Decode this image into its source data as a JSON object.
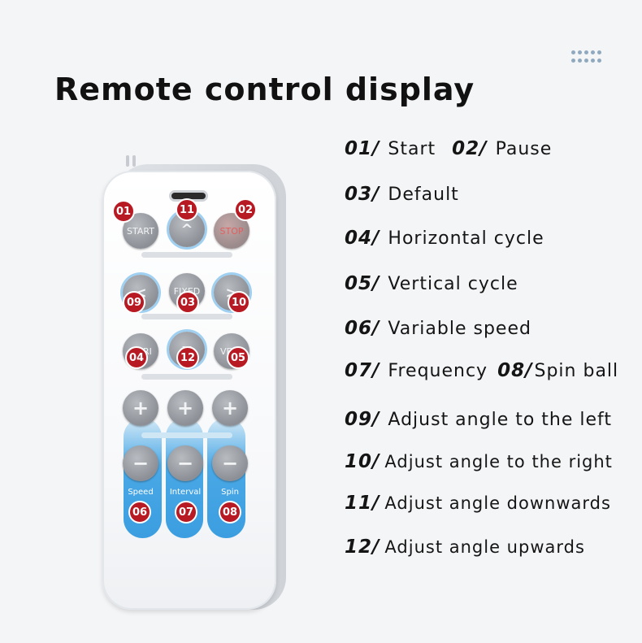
{
  "title": "Remote control display",
  "legend": [
    {
      "num": "01/",
      "text": "Start",
      "num2": "02/",
      "text2": "Pause"
    },
    {
      "num": "03/",
      "text": "Default"
    },
    {
      "num": "04/",
      "text": "Horizontal cycle"
    },
    {
      "num": "05/",
      "text": "Vertical cycle"
    },
    {
      "num": "06/",
      "text": "Variable speed"
    },
    {
      "num": "07/",
      "text": "Frequency",
      "num2": "08/",
      "text2": "Spin ball"
    },
    {
      "num": "09/",
      "text": "Adjust angle to the left"
    },
    {
      "num": "10/",
      "text": "Adjust angle to the right"
    },
    {
      "num": "11/",
      "text": "Adjust angle downwards"
    },
    {
      "num": "12/",
      "text": "Adjust angle upwards"
    }
  ],
  "remote": {
    "buttons": {
      "start": "START",
      "stop": "STOP",
      "fixed": "FIXED",
      "hori": "HORI",
      "vert": "VERT",
      "up": "^",
      "down": "v",
      "left": "<",
      "right": ">",
      "plus": "+",
      "minus": "−"
    },
    "labels": {
      "speed": "Speed",
      "interval": "Interval",
      "spin": "Spin"
    },
    "badges": {
      "b01": "01",
      "b02": "02",
      "b03": "03",
      "b04": "04",
      "b05": "05",
      "b06": "06",
      "b07": "07",
      "b08": "08",
      "b09": "09",
      "b10": "10",
      "b11": "11",
      "b12": "12"
    }
  },
  "colors": {
    "badge": "#b81a23",
    "blue": "#3b9ee0",
    "button": "#8c9096"
  }
}
